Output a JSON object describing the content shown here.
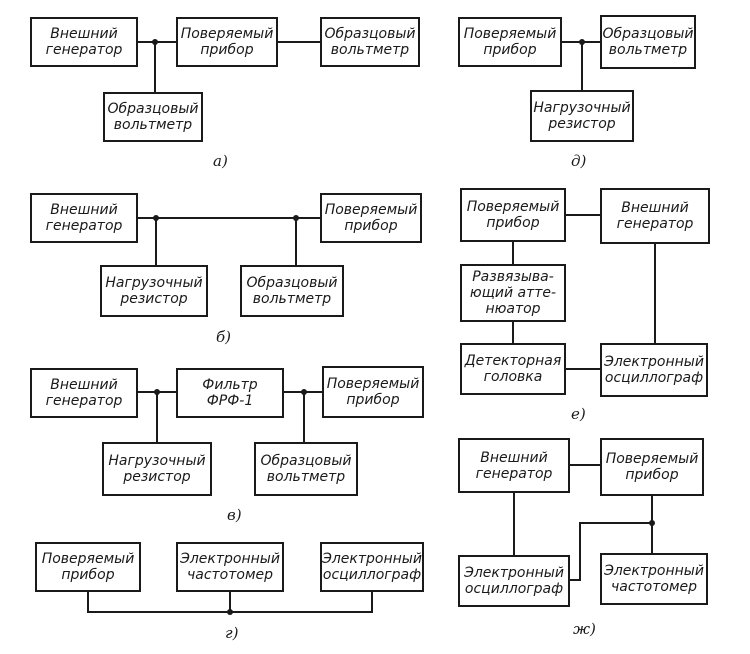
{
  "diagrams": {
    "a": {
      "caption": "а)",
      "blocks": {
        "gen": [
          "Внешний",
          "генератор"
        ],
        "dut": [
          "Поверяемый",
          "прибор"
        ],
        "vm_right": [
          "Образцовый",
          "вольтметр"
        ],
        "vm_bottom": [
          "Образцовый",
          "вольтметр"
        ]
      }
    },
    "b": {
      "caption": "б)",
      "blocks": {
        "gen": [
          "Внешний",
          "генератор"
        ],
        "dut": [
          "Поверяемый",
          "прибор"
        ],
        "load": [
          "Нагрузочный",
          "резистор"
        ],
        "vm": [
          "Образцовый",
          "вольтметр"
        ]
      }
    },
    "v": {
      "caption": "в)",
      "blocks": {
        "gen": [
          "Внешний",
          "генератор"
        ],
        "filter": [
          "Фильтр",
          "ФРФ-1"
        ],
        "dut": [
          "Поверяемый",
          "прибор"
        ],
        "load": [
          "Нагрузочный",
          "резистор"
        ],
        "vm": [
          "Образцовый",
          "вольтметр"
        ]
      }
    },
    "g": {
      "caption": "г)",
      "blocks": {
        "dut": [
          "Поверяемый",
          "прибор"
        ],
        "freq": [
          "Электронный",
          "частотомер"
        ],
        "osc": [
          "Электронный",
          "осциллограф"
        ]
      }
    },
    "d": {
      "caption": "д)",
      "blocks": {
        "dut": [
          "Поверяемый",
          "прибор"
        ],
        "vm": [
          "Образцовый",
          "вольтметр"
        ],
        "load": [
          "Нагрузочный",
          "резистор"
        ]
      }
    },
    "e": {
      "caption": "е)",
      "blocks": {
        "dut": [
          "Поверяемый",
          "прибор"
        ],
        "gen": [
          "Внешний",
          "генератор"
        ],
        "att": [
          "Развязыва-",
          "ющий атте-",
          "нюатор"
        ],
        "det": [
          "Детекторная",
          "головка"
        ],
        "osc": [
          "Электронный",
          "осциллограф"
        ]
      }
    },
    "zh": {
      "caption": "ж)",
      "blocks": {
        "gen": [
          "Внешний",
          "генератор"
        ],
        "dut": [
          "Поверяемый",
          "прибор"
        ],
        "osc": [
          "Электронный",
          "осциллограф"
        ],
        "freq": [
          "Электронный",
          "частотомер"
        ]
      }
    }
  }
}
